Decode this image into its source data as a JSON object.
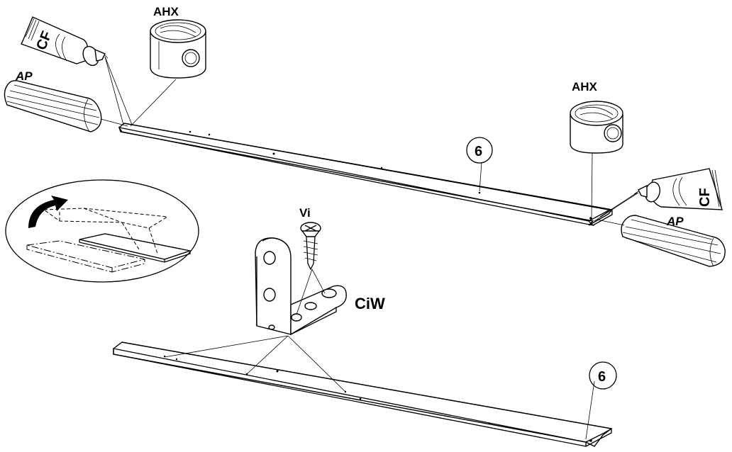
{
  "labels": {
    "ahx_left": "AHX",
    "ahx_right": "AHX",
    "cf_left": "CF",
    "cf_right": "CF",
    "ap_left": "AP",
    "ap_right": "AP",
    "panel_top_number": "6",
    "panel_bottom_number": "6",
    "screw": "Vi",
    "bracket": "CiW"
  }
}
